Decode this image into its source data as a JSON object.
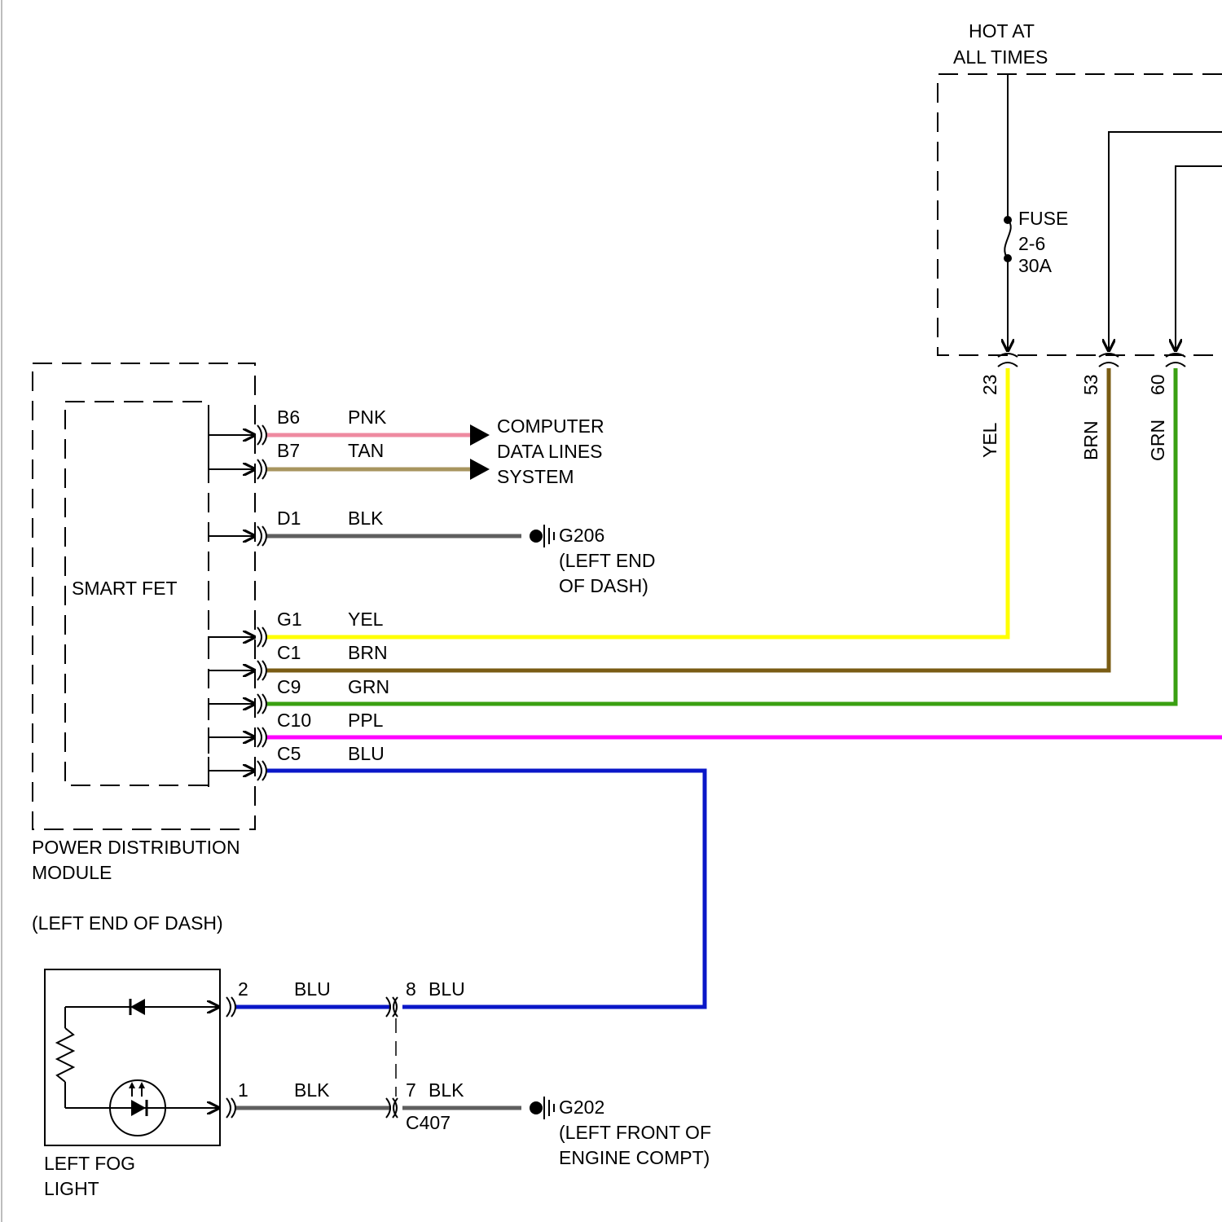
{
  "supply": {
    "label_line1": "HOT AT",
    "label_line2": "ALL TIMES",
    "fuse": {
      "label": "FUSE",
      "number": "2-6",
      "rating": "30A"
    }
  },
  "fuse_box_pins": [
    {
      "pin": "23",
      "color_code": "YEL",
      "color": "#ffff00"
    },
    {
      "pin": "53",
      "color_code": "BRN",
      "color": "#7a5c14"
    },
    {
      "pin": "60",
      "color_code": "GRN",
      "color": "#3aa012"
    }
  ],
  "module": {
    "inner_label": "SMART FET",
    "name_line1": "POWER DISTRIBUTION",
    "name_line2": "MODULE",
    "location": "(LEFT END OF DASH)"
  },
  "module_pins": [
    {
      "pin": "B6",
      "color_code": "PNK",
      "color": "#ee8aa0"
    },
    {
      "pin": "B7",
      "color_code": "TAN",
      "color": "#a8955f"
    },
    {
      "pin": "D1",
      "color_code": "BLK",
      "color": "#5f5f5f"
    },
    {
      "pin": "G1",
      "color_code": "YEL",
      "color": "#ffff00"
    },
    {
      "pin": "C1",
      "color_code": "BRN",
      "color": "#7a5c14"
    },
    {
      "pin": "C9",
      "color_code": "GRN",
      "color": "#3aa012"
    },
    {
      "pin": "C10",
      "color_code": "PPL",
      "color": "#ff00ff"
    },
    {
      "pin": "C5",
      "color_code": "BLU",
      "color": "#0a17c8"
    }
  ],
  "data_lines": {
    "line1": "COMPUTER",
    "line2": "DATA LINES",
    "line3": "SYSTEM"
  },
  "ground_g206": {
    "id": "G206",
    "line1": "(LEFT END",
    "line2": "OF DASH)"
  },
  "fog_light": {
    "name_line1": "LEFT FOG",
    "name_line2": "LIGHT",
    "pins": [
      {
        "pin": "2",
        "color_code": "BLU",
        "color": "#0a17c8"
      },
      {
        "pin": "1",
        "color_code": "BLK",
        "color": "#5f5f5f"
      }
    ]
  },
  "connector_c407": {
    "id": "C407",
    "pins": [
      {
        "pin": "8",
        "color_code": "BLU"
      },
      {
        "pin": "7",
        "color_code": "BLK"
      }
    ]
  },
  "ground_g202": {
    "id": "G202",
    "line1": "(LEFT FRONT OF",
    "line2": "ENGINE COMPT)"
  },
  "colors": {
    "line": "#000000",
    "background": "#ffffff"
  }
}
